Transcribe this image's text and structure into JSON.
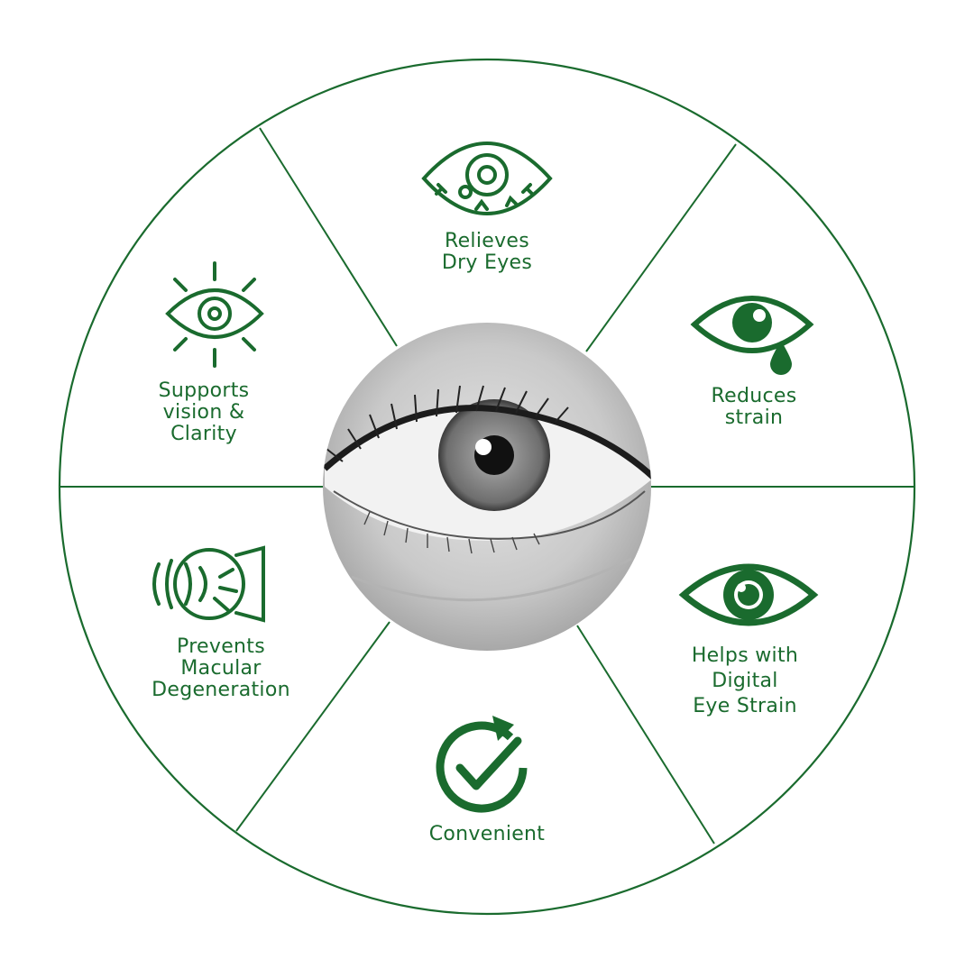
{
  "colors": {
    "accent": "#1a6b2e",
    "background": "#ffffff"
  },
  "center_image": "close-up photo of a human eye (grayscale)",
  "segments": [
    {
      "id": "dry-eyes",
      "icon": "bloodshot-eye-icon",
      "lines": [
        "Relieves",
        "Dry Eyes"
      ]
    },
    {
      "id": "reduces-strain",
      "icon": "tearing-eye-icon",
      "lines": [
        "Reduces",
        "strain"
      ]
    },
    {
      "id": "digital-eye-strain",
      "icon": "eye-icon",
      "lines": [
        "Helps with",
        "Digital",
        "Eye Strain"
      ]
    },
    {
      "id": "convenient",
      "icon": "refresh-check-icon",
      "lines": [
        "Convenient"
      ]
    },
    {
      "id": "macular",
      "icon": "eye-anatomy-icon",
      "lines": [
        "Prevents",
        "Macular",
        "Degeneration"
      ]
    },
    {
      "id": "vision-clarity",
      "icon": "radiant-eye-icon",
      "lines": [
        "Supports",
        "vision &",
        "Clarity"
      ]
    }
  ]
}
